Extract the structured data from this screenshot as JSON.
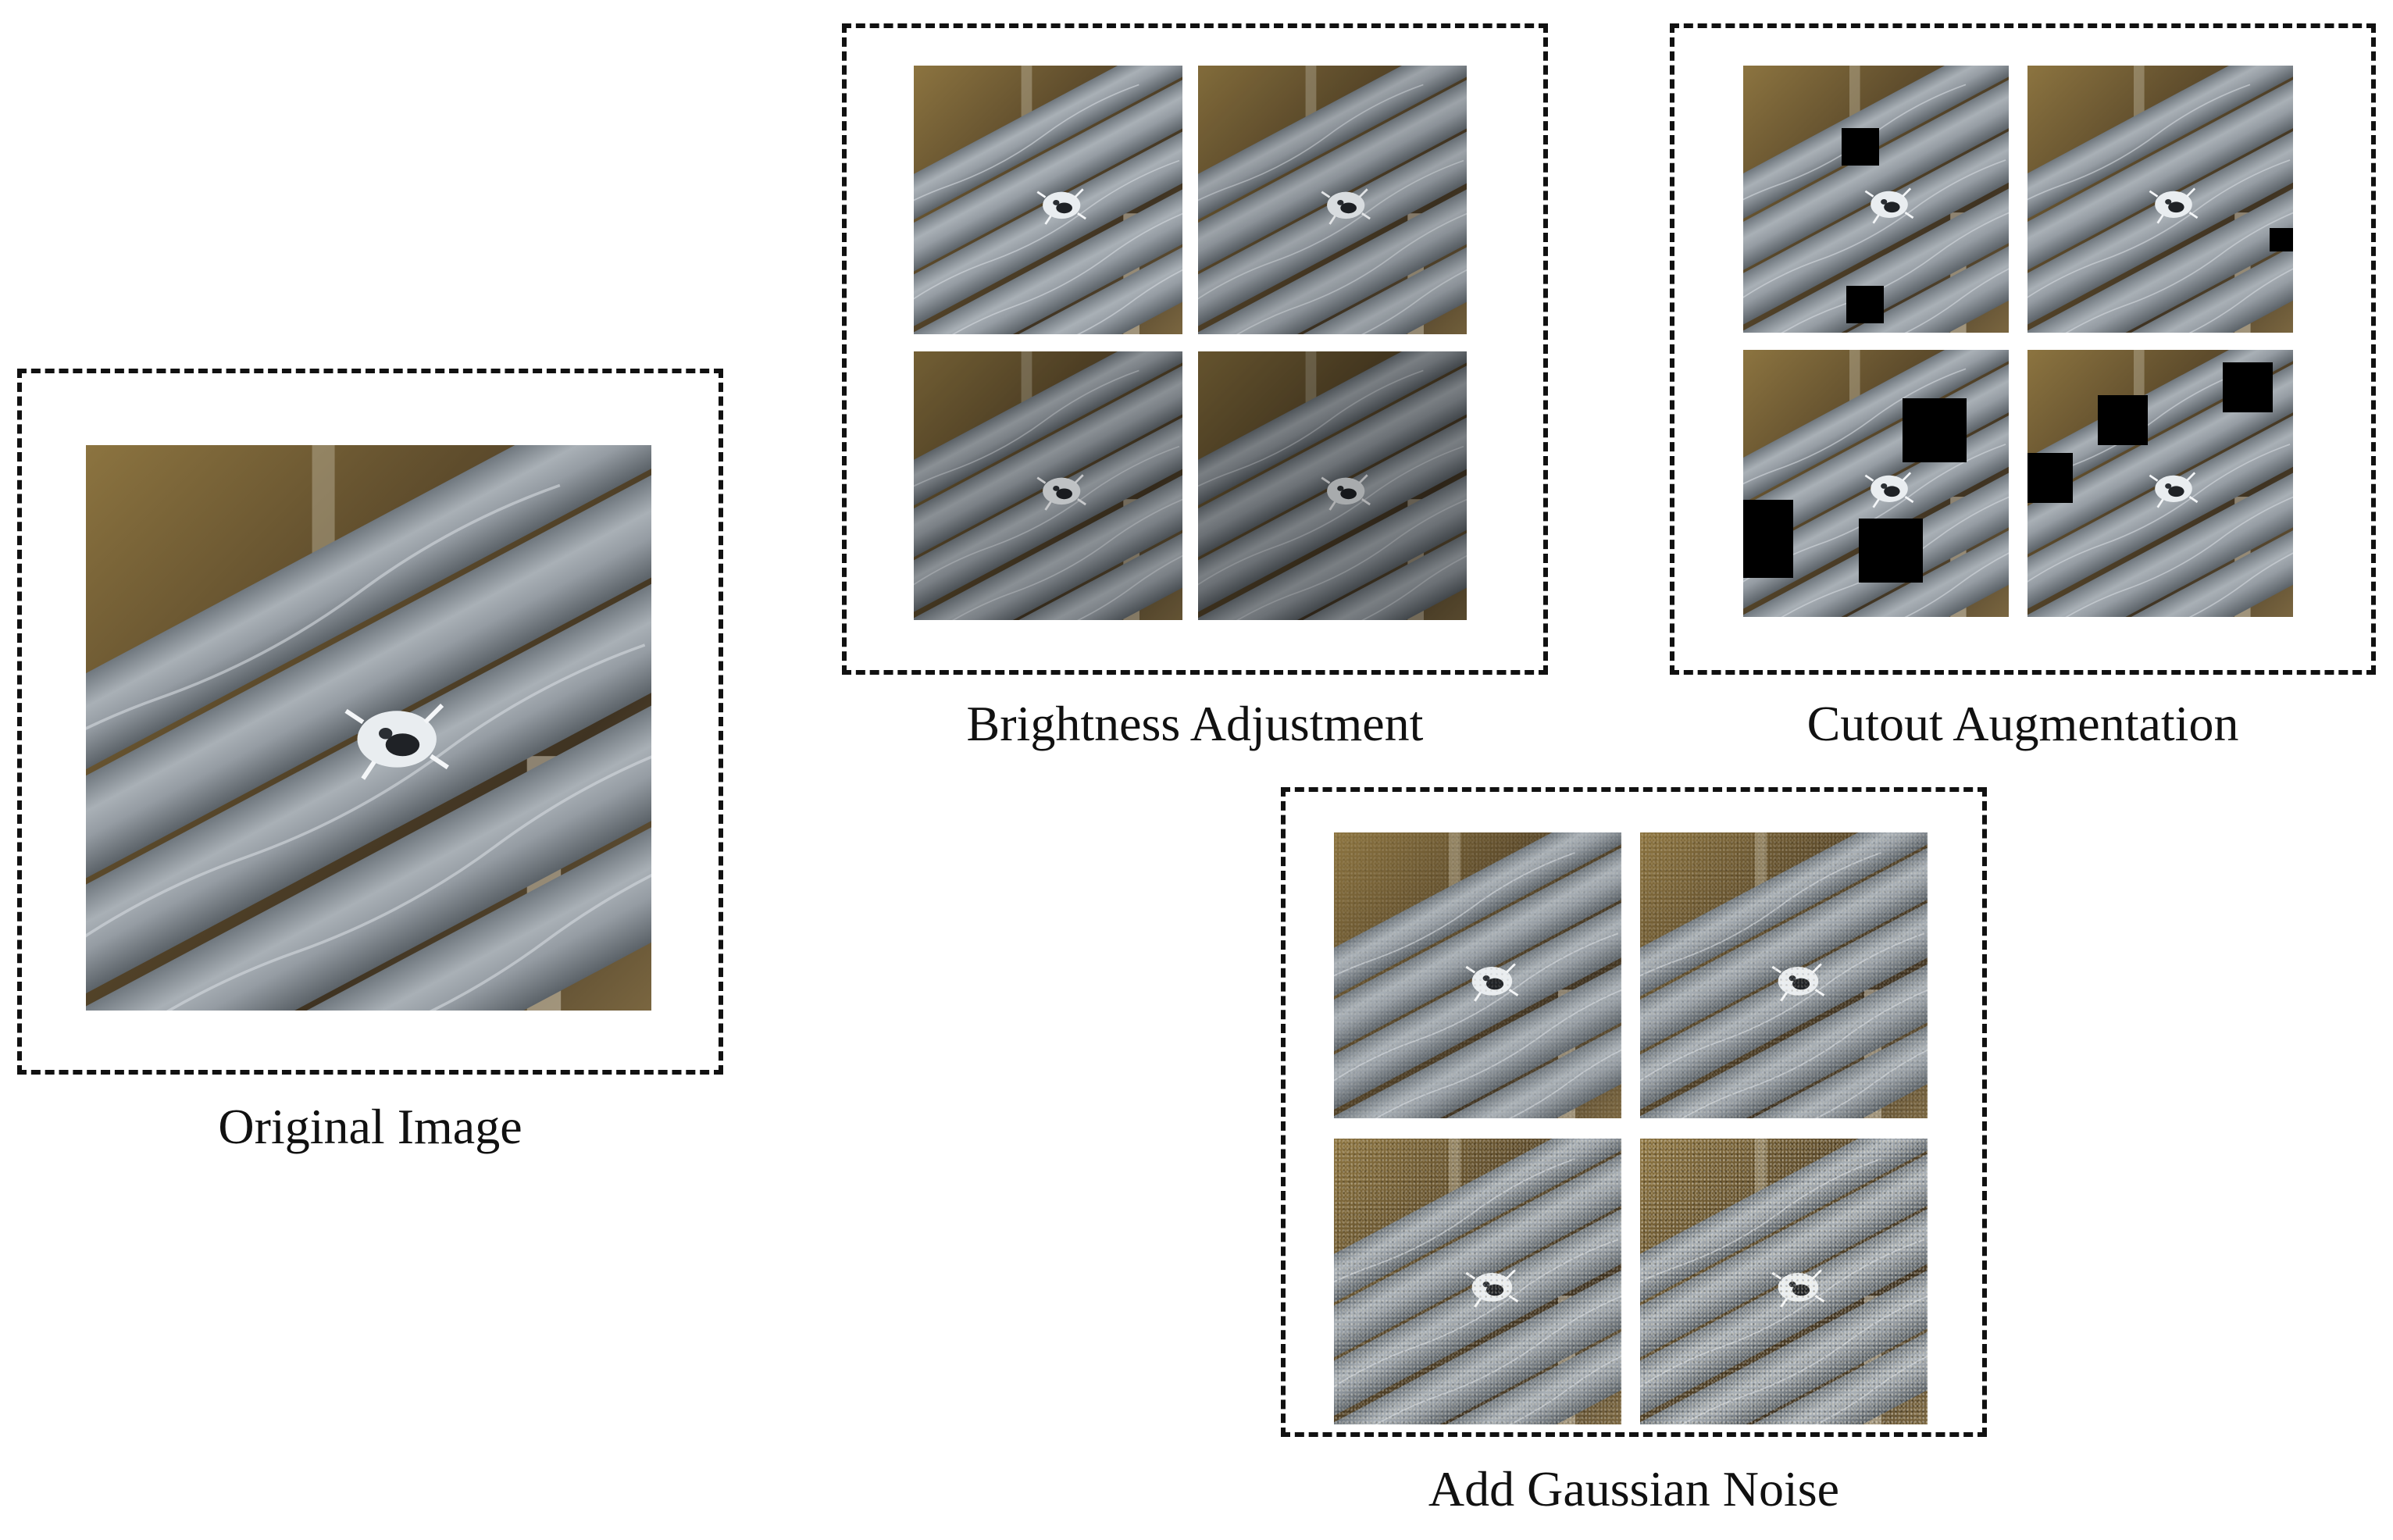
{
  "captions": {
    "original": "Original Image",
    "brightness": "Brightness Adjustment",
    "cutout": "Cutout Augmentation",
    "noise": "Add Gaussian Noise"
  },
  "brightness_levels": [
    1.0,
    0.93,
    0.82,
    0.72
  ],
  "noise_levels": [
    0.3,
    0.5,
    0.7,
    0.9
  ],
  "colors": {
    "frame": "#111111",
    "background": "#ffffff",
    "cable": "#8f979e",
    "backdrop": "#6b5a3a",
    "cutout": "#000000"
  }
}
